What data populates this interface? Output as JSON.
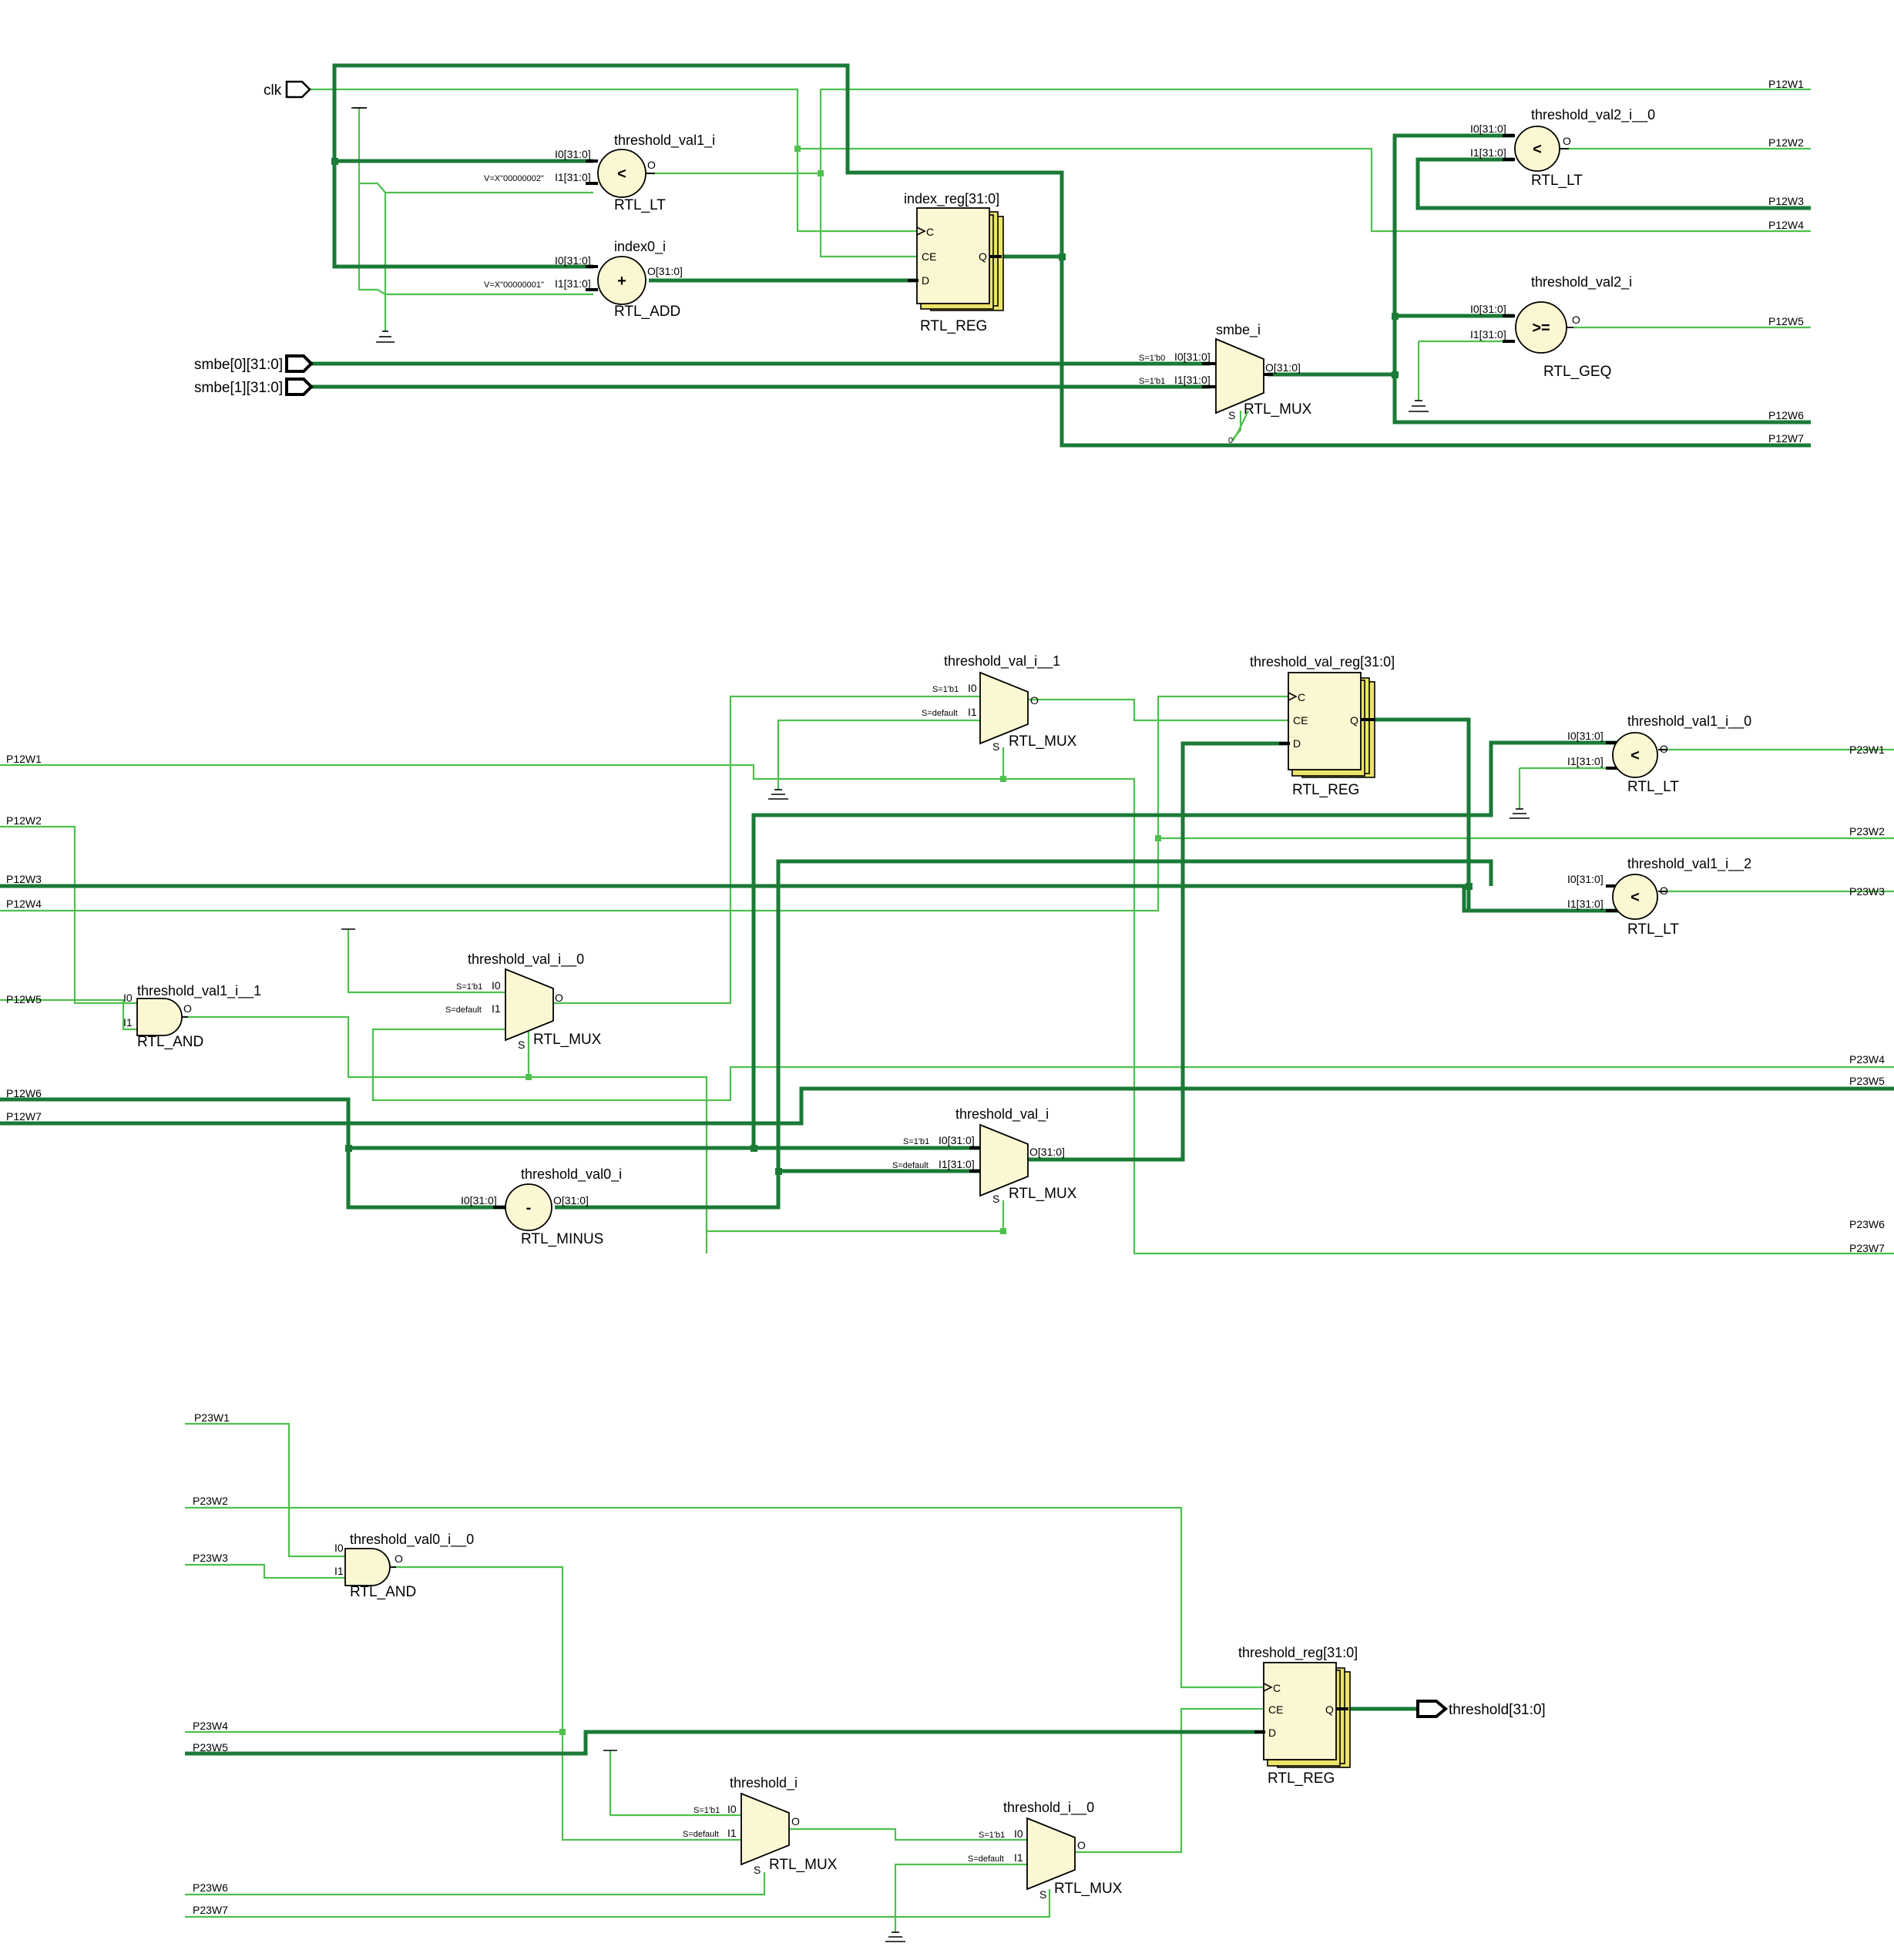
{
  "sections": [
    {
      "title": "",
      "ports_in": {
        "clk": "clk",
        "smbe0": "smbe[0][31:0]",
        "smbe1": "smbe[1][31:0]"
      },
      "nets_out": [
        "P12W1",
        "P12W2",
        "P12W3",
        "P12W4",
        "P12W5",
        "P12W6",
        "P12W7"
      ],
      "cells": {
        "threshold_val1_i": {
          "name": "threshold_val1_i",
          "type": "RTL_LT",
          "op": "<",
          "in0": "I0[31:0]",
          "in1": "I1[31:0]",
          "out": "O",
          "const": "V=X\"00000002\""
        },
        "index0_i": {
          "name": "index0_i",
          "type": "RTL_ADD",
          "op": "+",
          "in0": "I0[31:0]",
          "in1": "I1[31:0]",
          "out": "O[31:0]",
          "const": "V=X\"00000001\""
        },
        "index_reg": {
          "name": "index_reg[31:0]",
          "type": "RTL_REG",
          "c": "C",
          "ce": "CE",
          "d": "D",
          "q": "Q"
        },
        "smbe_i": {
          "name": "smbe_i",
          "type": "RTL_MUX",
          "in0": "I0[31:0]",
          "in1": "I1[31:0]",
          "sel0": "S=1'b0",
          "sel1": "S=1'b1",
          "out": "O[31:0]",
          "s": "S",
          "s_val": "0"
        },
        "threshold_val2_i__0": {
          "name": "threshold_val2_i__0",
          "type": "RTL_LT",
          "op": "<",
          "in0": "I0[31:0]",
          "in1": "I1[31:0]",
          "out": "O"
        },
        "threshold_val2_i": {
          "name": "threshold_val2_i",
          "type": "RTL_GEQ",
          "op": ">=",
          "in0": "I0[31:0]",
          "in1": "I1[31:0]",
          "out": "O"
        }
      }
    },
    {
      "title": "",
      "nets_in": [
        "P12W1",
        "P12W2",
        "P12W3",
        "P12W4",
        "P12W5",
        "P12W6",
        "P12W7"
      ],
      "nets_out": [
        "P23W1",
        "P23W2",
        "P23W3",
        "P23W4",
        "P23W5",
        "P23W6",
        "P23W7"
      ],
      "cells": {
        "threshold_val_i__1": {
          "name": "threshold_val_i__1",
          "type": "RTL_MUX",
          "in0": "I0",
          "in1": "I1",
          "sel0": "S=1'b1",
          "sel1": "S=default",
          "out": "O",
          "s": "S"
        },
        "threshold_val_reg": {
          "name": "threshold_val_reg[31:0]",
          "type": "RTL_REG",
          "c": "C",
          "ce": "CE",
          "d": "D",
          "q": "Q"
        },
        "threshold_val1_i__0": {
          "name": "threshold_val1_i__0",
          "type": "RTL_LT",
          "op": "<",
          "in0": "I0[31:0]",
          "in1": "I1[31:0]",
          "out": "O"
        },
        "threshold_val1_i__2": {
          "name": "threshold_val1_i__2",
          "type": "RTL_LT",
          "op": "<",
          "in0": "I0[31:0]",
          "in1": "I1[31:0]",
          "out": "O"
        },
        "threshold_val1_i__1": {
          "name": "threshold_val1_i__1",
          "type": "RTL_AND",
          "in0": "I0",
          "in1": "I1",
          "out": "O"
        },
        "threshold_val_i__0": {
          "name": "threshold_val_i__0",
          "type": "RTL_MUX",
          "in0": "I0",
          "in1": "I1",
          "sel0": "S=1'b1",
          "sel1": "S=default",
          "out": "O",
          "s": "S"
        },
        "threshold_val_i": {
          "name": "threshold_val_i",
          "type": "RTL_MUX",
          "in0": "I0[31:0]",
          "in1": "I1[31:0]",
          "sel0": "S=1'b1",
          "sel1": "S=default",
          "out": "O[31:0]",
          "s": "S"
        },
        "threshold_val0_i": {
          "name": "threshold_val0_i",
          "type": "RTL_MINUS",
          "op": "-",
          "in0": "I0[31:0]",
          "out": "O[31:0]"
        }
      }
    },
    {
      "title": "",
      "nets_in": [
        "P23W1",
        "P23W2",
        "P23W3",
        "P23W4",
        "P23W5",
        "P23W6",
        "P23W7"
      ],
      "port_out": "threshold[31:0]",
      "cells": {
        "threshold_val0_i__0": {
          "name": "threshold_val0_i__0",
          "type": "RTL_AND",
          "in0": "I0",
          "in1": "I1",
          "out": "O"
        },
        "threshold_i": {
          "name": "threshold_i",
          "type": "RTL_MUX",
          "in0": "I0",
          "in1": "I1",
          "sel0": "S=1'b1",
          "sel1": "S=default",
          "out": "O",
          "s": "S"
        },
        "threshold_i__0": {
          "name": "threshold_i__0",
          "type": "RTL_MUX",
          "in0": "I0",
          "in1": "I1",
          "sel0": "S=1'b1",
          "sel1": "S=default",
          "out": "O",
          "s": "S"
        },
        "threshold_reg": {
          "name": "threshold_reg[31:0]",
          "type": "RTL_REG",
          "c": "C",
          "ce": "CE",
          "d": "D",
          "q": "Q"
        }
      }
    }
  ],
  "colors": {
    "wire": "#4ec04e",
    "bus": "#1a7a36",
    "cell_fill": "#fbf7d2",
    "reg_stack": "#ece36a",
    "outline": "#000000"
  }
}
